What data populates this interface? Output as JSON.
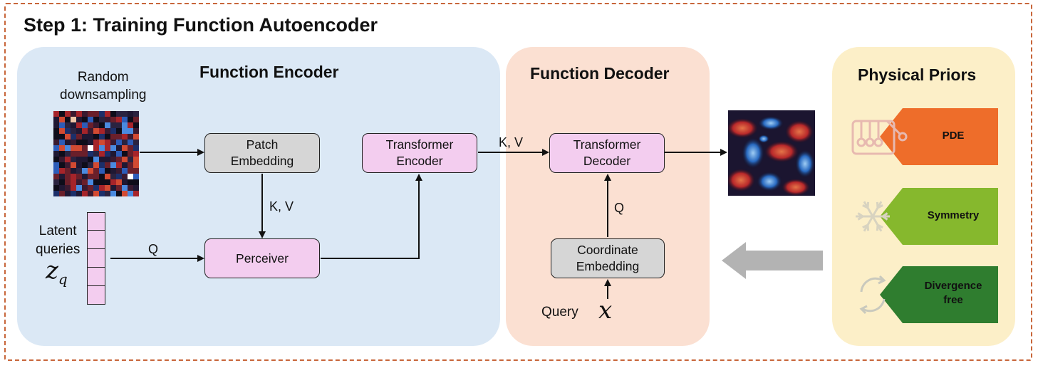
{
  "title": "Step 1: Training Function Autoencoder",
  "encoder": {
    "title": "Function Encoder",
    "random_label": "Random\ndownsampling",
    "latent_label": "Latent\nqueries",
    "latent_symbol": "z",
    "latent_subscript": "q",
    "patch_embedding": "Patch\nEmbedding",
    "perceiver": "Perceiver",
    "transformer_encoder": "Transformer\nEncoder",
    "kv_label": "K, V",
    "q_label": "Q"
  },
  "decoder": {
    "title": "Function Decoder",
    "transformer_decoder": "Transformer\nDecoder",
    "coordinate_embedding": "Coordinate\nEmbedding",
    "kv_label": "K, V",
    "q_label": "Q",
    "query_label": "Query",
    "query_symbol": "x"
  },
  "priors": {
    "title": "Physical Priors",
    "tags": [
      {
        "label": "PDE",
        "icon": "newtons-cradle-icon",
        "color": "#ee6d2a"
      },
      {
        "label": "Symmetry",
        "icon": "snowflake-icon",
        "color": "#86b82d"
      },
      {
        "label": "Divergence\nfree",
        "icon": "cycle-arrows-icon",
        "color": "#2f7d2f"
      }
    ]
  },
  "colors": {
    "frame": "#c8663a",
    "encoder_bg": "#dbe8f5",
    "decoder_bg": "#fbe0d2",
    "priors_bg": "#fcefc8",
    "grey_box": "#d6d6d6",
    "pink_box": "#f3cdef"
  }
}
